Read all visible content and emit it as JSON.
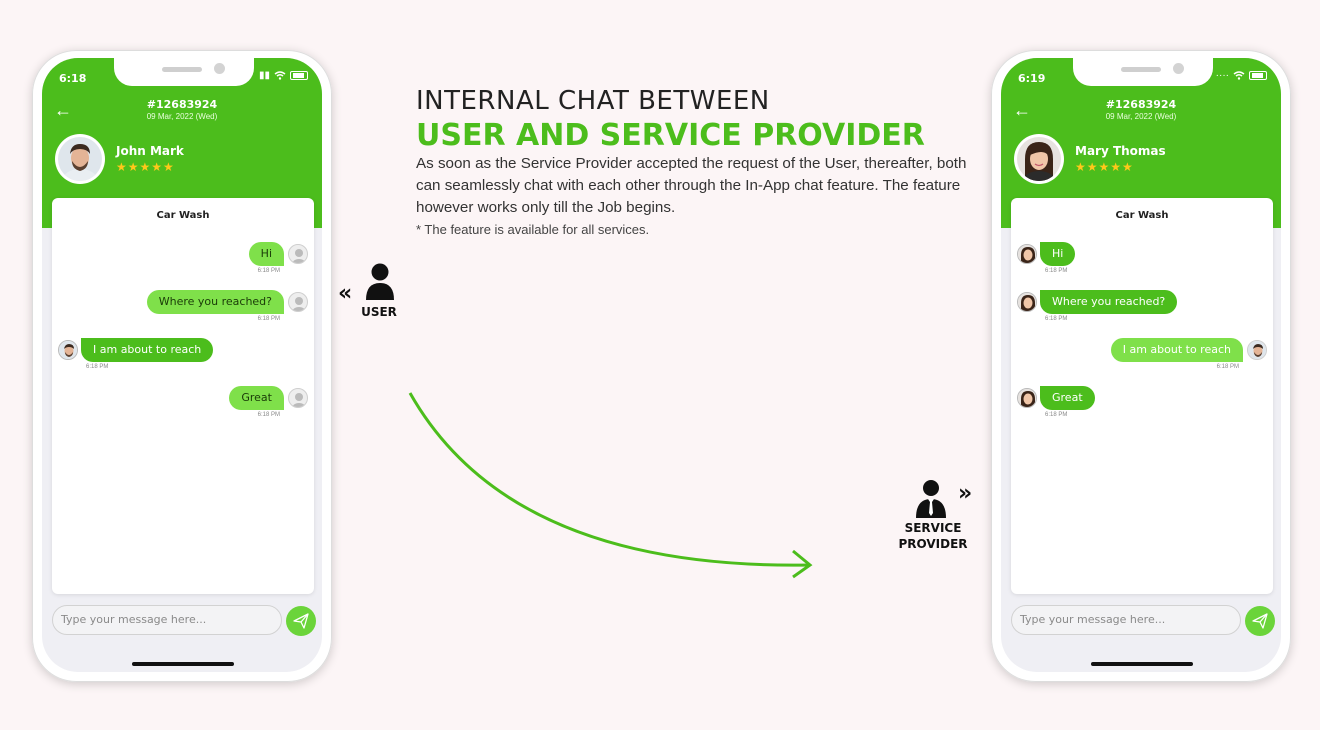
{
  "heading": {
    "line1": "INTERNAL CHAT BETWEEN",
    "line2": "USER AND SERVICE PROVIDER",
    "description": "As soon as the Service Provider accepted the request of the User, thereafter, both can seamlessly chat with each other through the In-App chat feature. The feature however works only till the Job begins.",
    "note": "* The feature is available for all services."
  },
  "roles": {
    "user": "USER",
    "provider_line1": "SERVICE",
    "provider_line2": "PROVIDER"
  },
  "colors": {
    "accent": "#4cbd1c",
    "bubble_light": "#7fe04a",
    "stars": "#ffc81a"
  },
  "left_phone": {
    "time": "6:18",
    "order_id": "#12683924",
    "date": "09 Mar, 2022 (Wed)",
    "contact_name": "John Mark",
    "rating": "★★★★★",
    "service": "Car Wash",
    "messages": [
      {
        "text": "Hi",
        "time": "6:18 PM",
        "side": "me"
      },
      {
        "text": "Where you reached?",
        "time": "6:18 PM",
        "side": "me"
      },
      {
        "text": "I am about to reach",
        "time": "6:18 PM",
        "side": "other"
      },
      {
        "text": "Great",
        "time": "6:18 PM",
        "side": "me"
      }
    ],
    "input_placeholder": "Type your message here..."
  },
  "right_phone": {
    "time": "6:19",
    "order_id": "#12683924",
    "date": "09 Mar, 2022 (Wed)",
    "contact_name": "Mary Thomas",
    "rating": "★★★★★",
    "service": "Car Wash",
    "messages": [
      {
        "text": "Hi",
        "time": "6:18 PM",
        "side": "other"
      },
      {
        "text": "Where you reached?",
        "time": "6:18 PM",
        "side": "other"
      },
      {
        "text": "I am about to reach",
        "time": "6:18 PM",
        "side": "me"
      },
      {
        "text": "Great",
        "time": "6:18 PM",
        "side": "other"
      }
    ],
    "input_placeholder": "Type your message here..."
  }
}
